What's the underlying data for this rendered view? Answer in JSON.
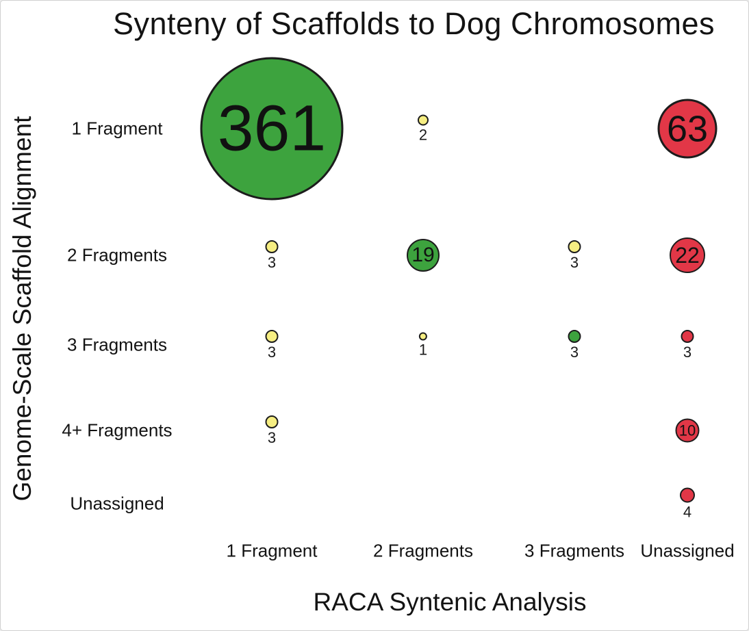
{
  "chart_data": {
    "type": "bubble",
    "title": "Synteny of Scaffolds to Dog Chromosomes",
    "xlabel": "RACA Syntenic Analysis",
    "ylabel": "Genome-Scale Scaffold Alignment",
    "x_categories": [
      "1 Fragment",
      "2 Fragments",
      "3 Fragments",
      "Unassigned"
    ],
    "y_categories": [
      "1 Fragment",
      "2 Fragments",
      "3 Fragments",
      "4+ Fragments",
      "Unassigned"
    ],
    "colors": {
      "green": "#3da33e",
      "yellow": "#f6ee82",
      "red": "#e23747",
      "outline": "#1c1c1c"
    },
    "points": [
      {
        "row": "1 Fragment",
        "col": "1 Fragment",
        "value": 361,
        "color": "green"
      },
      {
        "row": "1 Fragment",
        "col": "2 Fragments",
        "value": 2,
        "color": "yellow"
      },
      {
        "row": "1 Fragment",
        "col": "Unassigned",
        "value": 63,
        "color": "red"
      },
      {
        "row": "2 Fragments",
        "col": "1 Fragment",
        "value": 3,
        "color": "yellow"
      },
      {
        "row": "2 Fragments",
        "col": "2 Fragments",
        "value": 19,
        "color": "green"
      },
      {
        "row": "2 Fragments",
        "col": "3 Fragments",
        "value": 3,
        "color": "yellow"
      },
      {
        "row": "2 Fragments",
        "col": "Unassigned",
        "value": 22,
        "color": "red"
      },
      {
        "row": "3 Fragments",
        "col": "1 Fragment",
        "value": 3,
        "color": "yellow"
      },
      {
        "row": "3 Fragments",
        "col": "2 Fragments",
        "value": 1,
        "color": "yellow"
      },
      {
        "row": "3 Fragments",
        "col": "3 Fragments",
        "value": 3,
        "color": "green"
      },
      {
        "row": "3 Fragments",
        "col": "Unassigned",
        "value": 3,
        "color": "red"
      },
      {
        "row": "4+ Fragments",
        "col": "1 Fragment",
        "value": 3,
        "color": "yellow"
      },
      {
        "row": "4+ Fragments",
        "col": "Unassigned",
        "value": 10,
        "color": "red"
      },
      {
        "row": "Unassigned",
        "col": "Unassigned",
        "value": 4,
        "color": "red"
      }
    ],
    "layout": {
      "col_x": [
        396,
        617,
        838,
        1003
      ],
      "row_y": [
        187,
        372,
        503,
        628,
        735
      ],
      "row_label_x": 170,
      "col_label_y": 804,
      "size_scale": 11,
      "inside_label_threshold": 10,
      "grid": false,
      "legend": "none"
    }
  }
}
